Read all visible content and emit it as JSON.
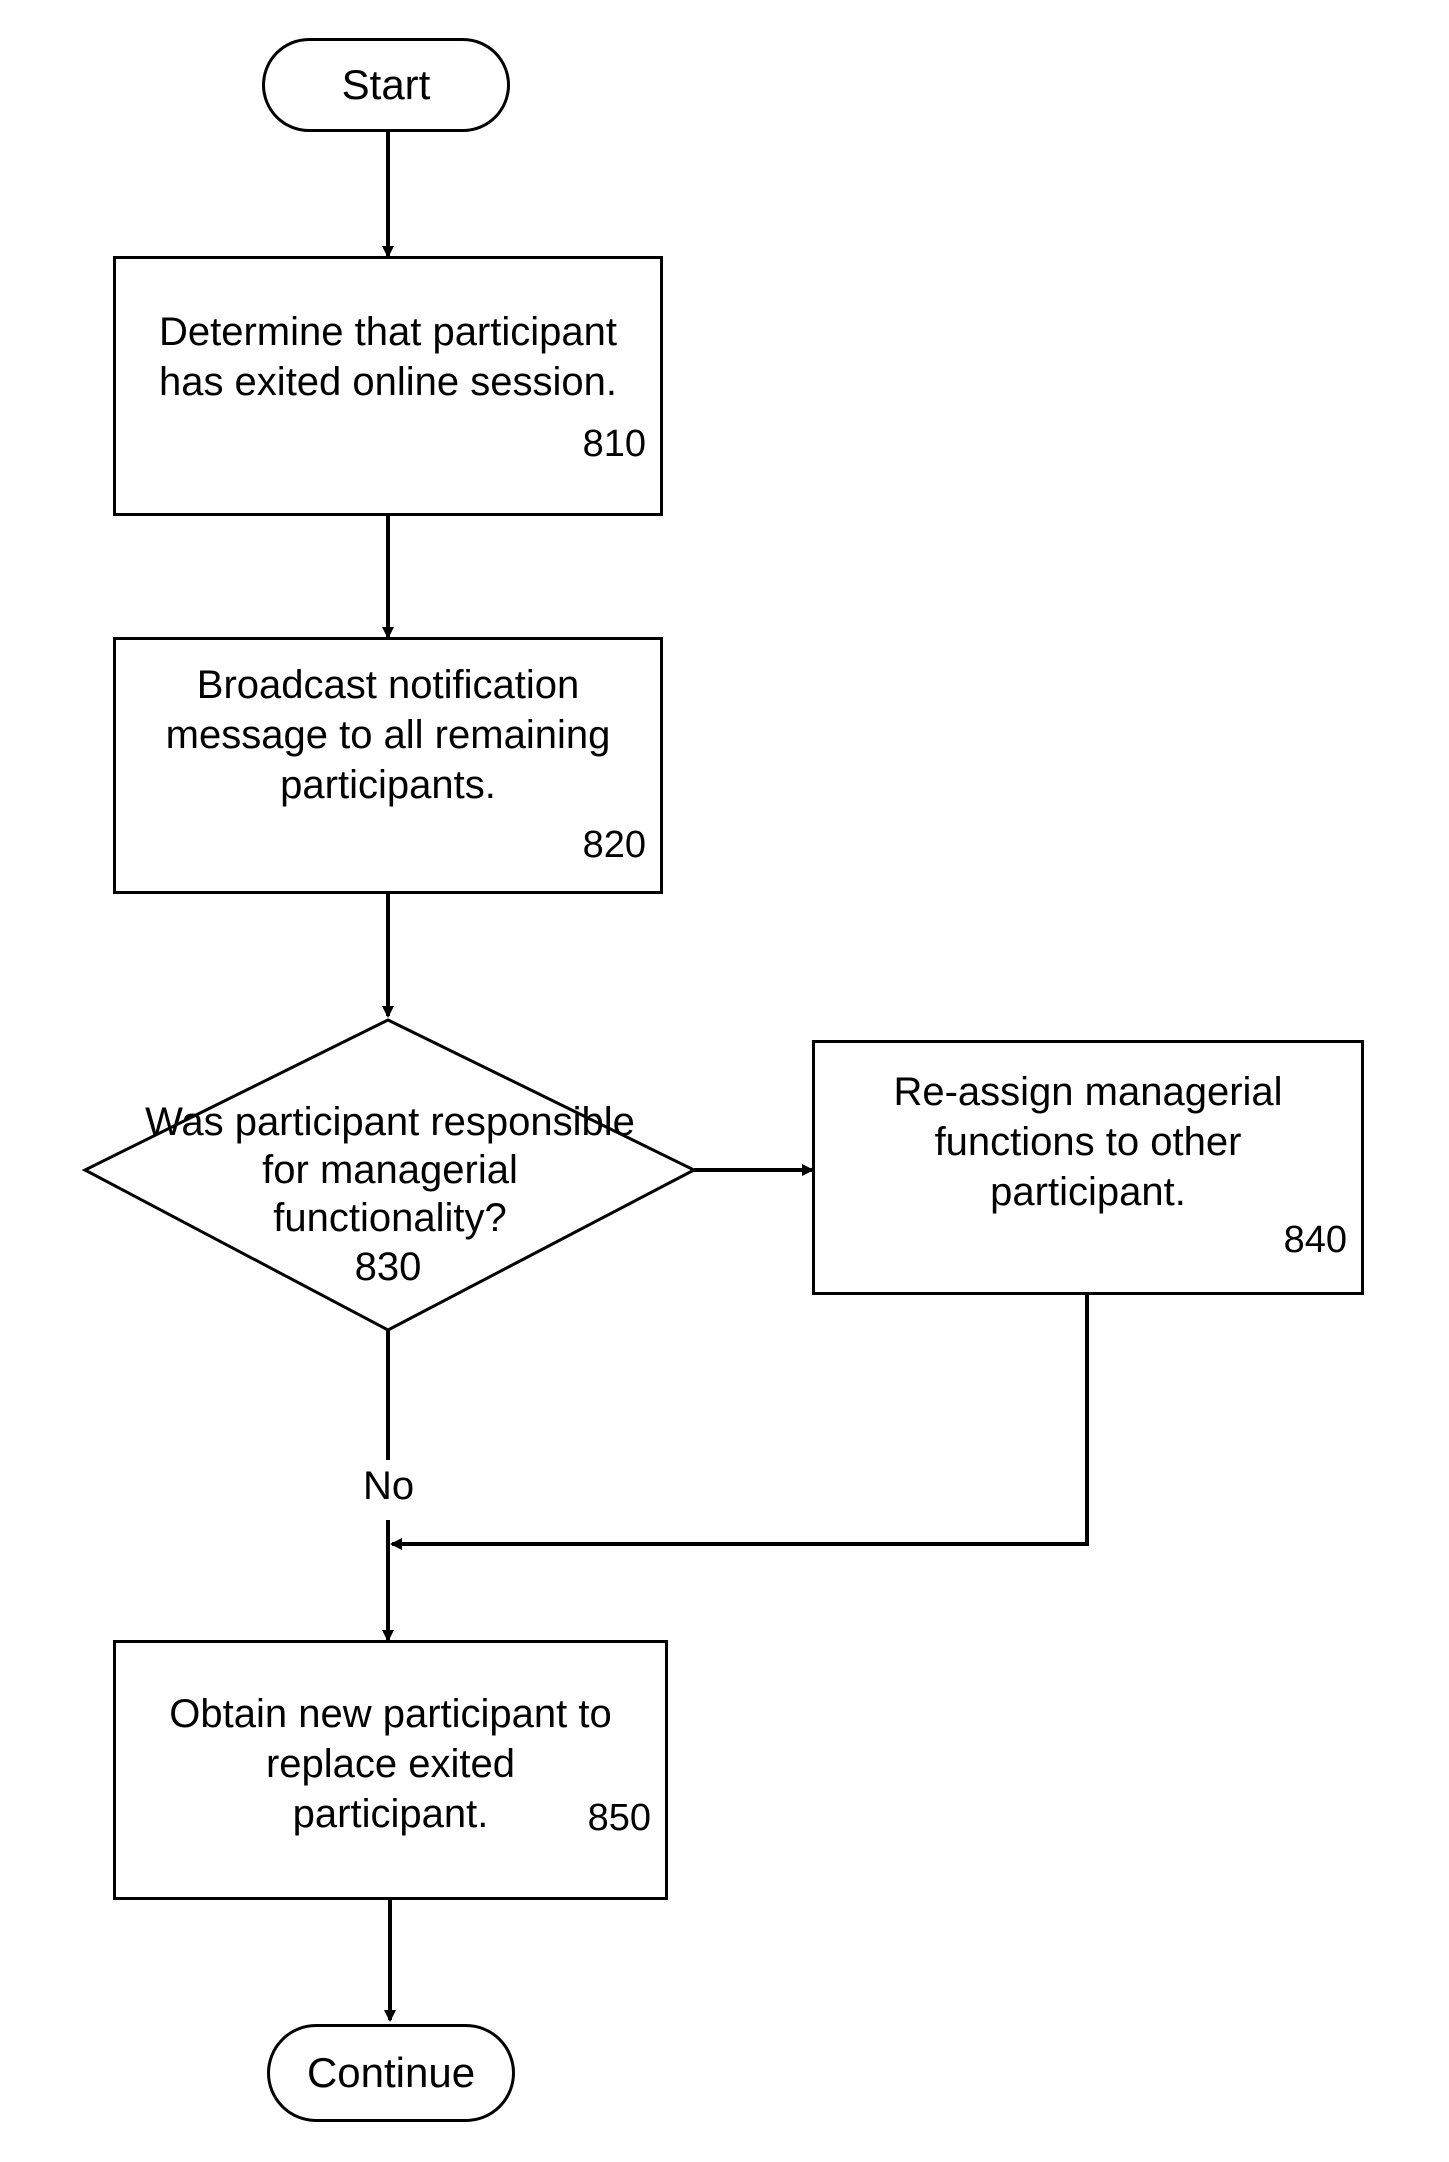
{
  "nodes": {
    "start": {
      "label": "Start"
    },
    "s810": {
      "text": "Determine that participant has exited online session.",
      "ref": "810"
    },
    "s820": {
      "text": "Broadcast notification message to all remaining participants.",
      "ref": "820"
    },
    "s830": {
      "text": "Was participant responsible for managerial functionality?",
      "ref": "830"
    },
    "s840": {
      "text": "Re-assign managerial functions to other participant.",
      "ref": "840"
    },
    "s850": {
      "text": "Obtain new participant to replace exited participant.",
      "ref": "850"
    },
    "cont": {
      "label": "Continue"
    }
  },
  "edges": {
    "no_label": "No"
  }
}
